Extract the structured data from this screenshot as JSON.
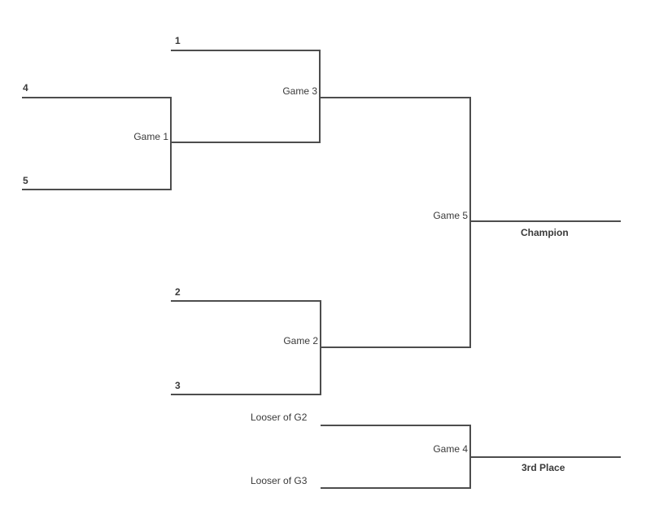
{
  "bracket": {
    "seeds": {
      "s1": "1",
      "s2": "2",
      "s3": "3",
      "s4": "4",
      "s5": "5"
    },
    "games": {
      "g1": "Game 1",
      "g2": "Game 2",
      "g3": "Game 3",
      "g4": "Game 4",
      "g5": "Game 5"
    },
    "placements": {
      "champion": "Champion",
      "third": "3rd Place"
    },
    "consolation": {
      "loser_g2": "Looser of G2",
      "loser_g3": "Looser of G3"
    },
    "structure": {
      "game1": {
        "participants": [
          "4",
          "5"
        ]
      },
      "game3": {
        "participants": [
          "1",
          "winner of Game 1"
        ]
      },
      "game2": {
        "participants": [
          "2",
          "3"
        ]
      },
      "game5": {
        "participants": [
          "winner of Game 3",
          "winner of Game 2"
        ],
        "result": "Champion"
      },
      "game4": {
        "participants": [
          "Looser of G2",
          "Looser of G3"
        ],
        "result": "3rd Place"
      }
    },
    "colors": {
      "line": "#4d4d4d",
      "text": "#3a3a3a",
      "background": "#ffffff"
    }
  }
}
